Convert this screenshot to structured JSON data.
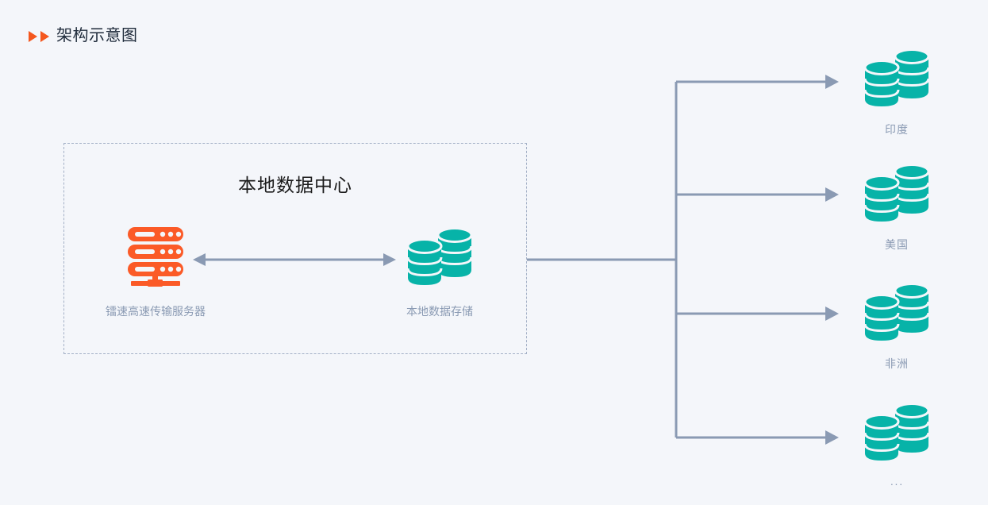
{
  "page": {
    "title": "架构示意图",
    "background_color": "#f4f6fa"
  },
  "colors": {
    "accent_orange": "#f4571e",
    "icon_orange": "#fb5a27",
    "icon_teal": "#07b3a8",
    "line_gray_blue": "#8a9ab3",
    "dashed_border": "#a3b0c6",
    "title_dark": "#1e2a3a",
    "caption_gray": "#8a9ab3"
  },
  "header": {
    "title": "架构示意图",
    "bullet_icon": "double-triangle-right-icon"
  },
  "data_center": {
    "title": "本地数据中心",
    "nodes": [
      {
        "id": "server",
        "caption": "镭速高速传输服务器",
        "icon": "server-rack-icon",
        "icon_color": "#fb5a27"
      },
      {
        "id": "storage",
        "caption": "本地数据存储",
        "icon": "database-stack-icon",
        "icon_color": "#07b3a8"
      }
    ],
    "link": {
      "icon": "bidirectional-arrow-icon",
      "direction": "both"
    }
  },
  "distribution": {
    "trunk_icon": "branch-tree-icon",
    "branch_count": 4,
    "regions": [
      {
        "label": "印度",
        "icon": "database-stack-icon",
        "icon_color": "#07b3a8"
      },
      {
        "label": "美国",
        "icon": "database-stack-icon",
        "icon_color": "#07b3a8"
      },
      {
        "label": "非洲",
        "icon": "database-stack-icon",
        "icon_color": "#07b3a8"
      },
      {
        "label": "···",
        "icon": "database-stack-icon",
        "icon_color": "#07b3a8"
      }
    ]
  }
}
